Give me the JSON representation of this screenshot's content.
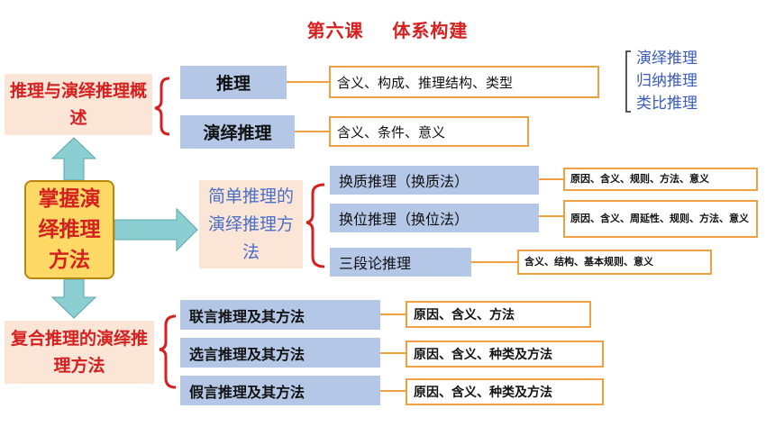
{
  "title": "第六课    体系构建",
  "center": "掌握演绎推理方法",
  "left_top": "推理与演绎推理概述",
  "left_middle": "简单推理的演绎推理方法",
  "left_bottom": "复合推理的演绎推理方法",
  "section1": {
    "items": [
      {
        "label": "推理",
        "detail": "含义、构成、推理结构、类型"
      },
      {
        "label": "演绎推理",
        "detail": "含义、条件、意义"
      }
    ],
    "types": [
      "演绎推理",
      "归纳推理",
      "类比推理"
    ]
  },
  "section2": {
    "items": [
      {
        "label": "换质推理（换质法）",
        "detail": "原因、含义、规则、方法、意义"
      },
      {
        "label": "换位推理（换位法）",
        "detail": "原因、含义、周延性、规则、方法、意义"
      },
      {
        "label": "三段论推理",
        "detail": "含义、结构、基本规则、意义"
      }
    ]
  },
  "section3": {
    "items": [
      {
        "label": "联言推理及其方法",
        "detail": "原因、含义、方法"
      },
      {
        "label": "选言推理及其方法",
        "detail": "原因、含义、种类及方法"
      },
      {
        "label": "假言推理及其方法",
        "detail": "原因、含义、种类及方法"
      }
    ]
  },
  "colors": {
    "accent_red": "#d62020",
    "orange": "#f0a040",
    "teal_arrow": "#8ccfd3",
    "blue_box": "#b4c7e7",
    "center_fill": "#ffd966",
    "pink_fill": "#fbe5d6"
  }
}
